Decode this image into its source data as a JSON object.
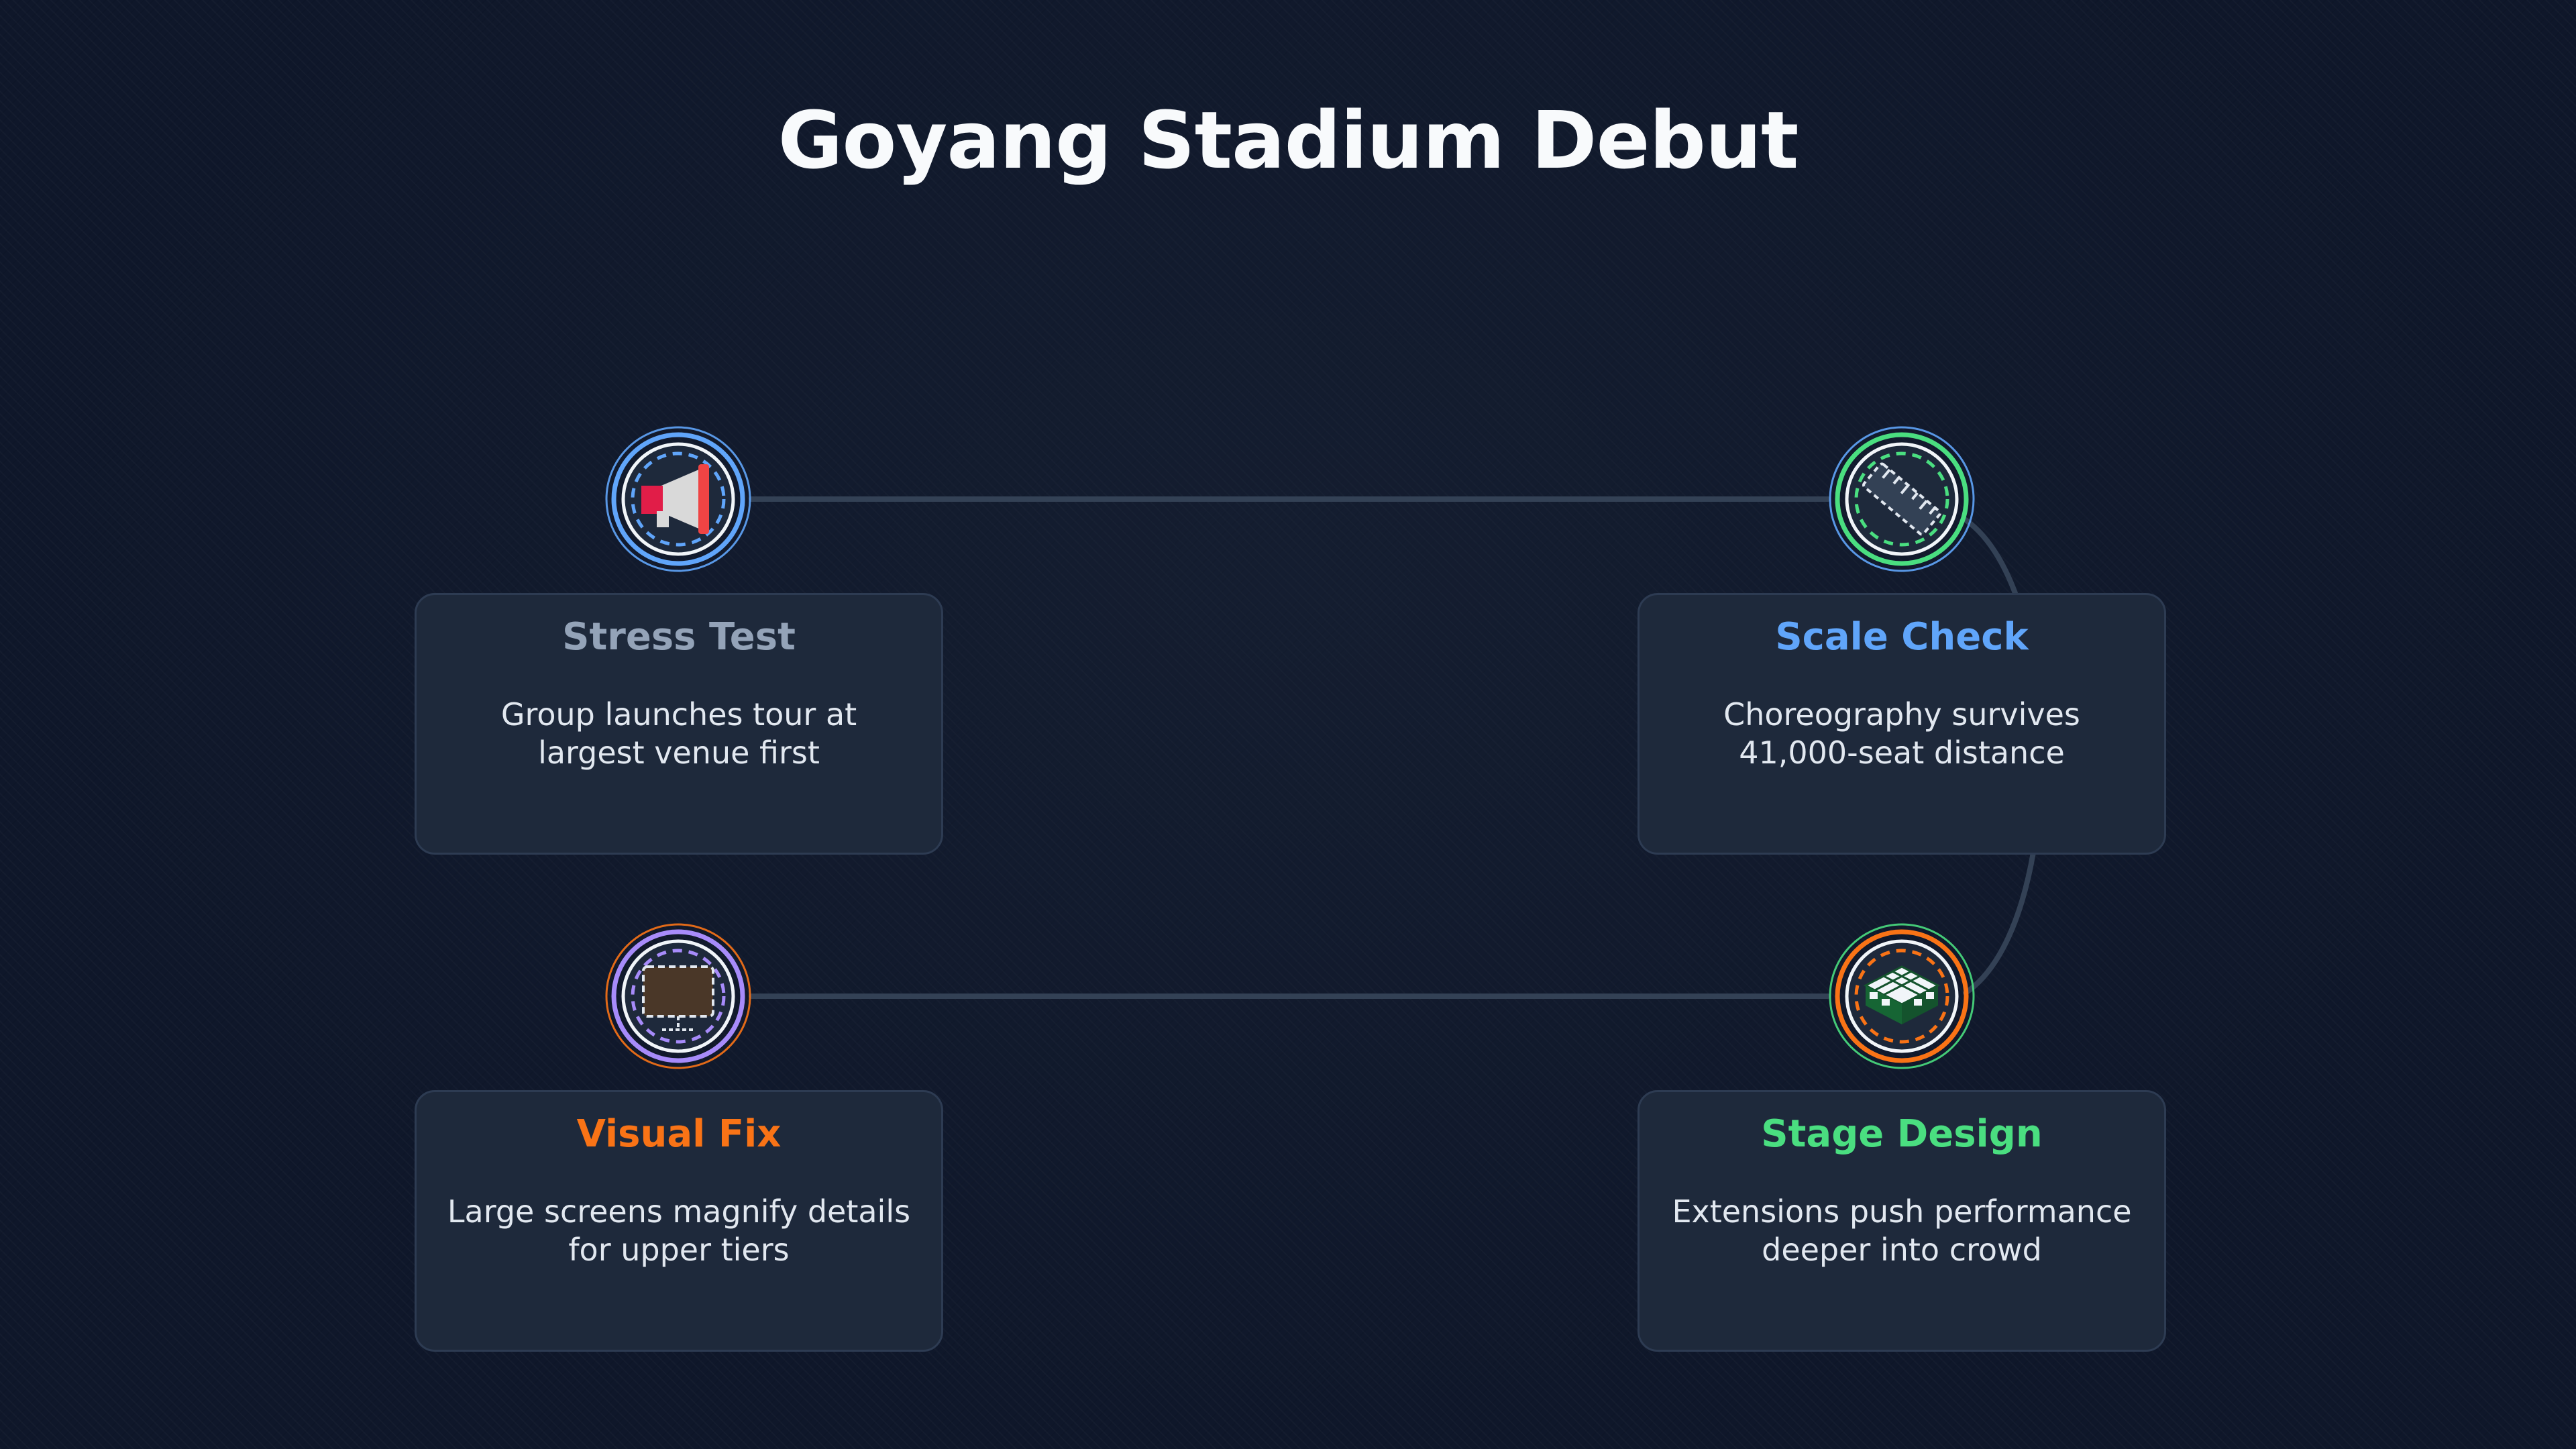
{
  "title": "Goyang Stadium Debut",
  "colors": {
    "background": "#0f172a",
    "card": "#1e293b",
    "connector": "#334155",
    "blue": "#60a5fa",
    "green": "#4ade80",
    "orange": "#f97316",
    "gray": "#94a3b8",
    "purple": "#a78bfa"
  },
  "steps": [
    {
      "title": "Stress Test",
      "description": "Group launches tour at largest venue first",
      "icon": "megaphone-icon",
      "title_color": "#94a3b8"
    },
    {
      "title": "Scale Check",
      "description": "Choreography survives 41,000-seat distance",
      "icon": "ruler-icon",
      "title_color": "#60a5fa"
    },
    {
      "title": "Stage Design",
      "description": "Extensions push performance deeper into crowd",
      "icon": "stage-grid-icon",
      "title_color": "#4ade80"
    },
    {
      "title": "Visual Fix",
      "description": "Large screens magnify details for upper tiers",
      "icon": "screen-icon",
      "title_color": "#f97316"
    }
  ]
}
